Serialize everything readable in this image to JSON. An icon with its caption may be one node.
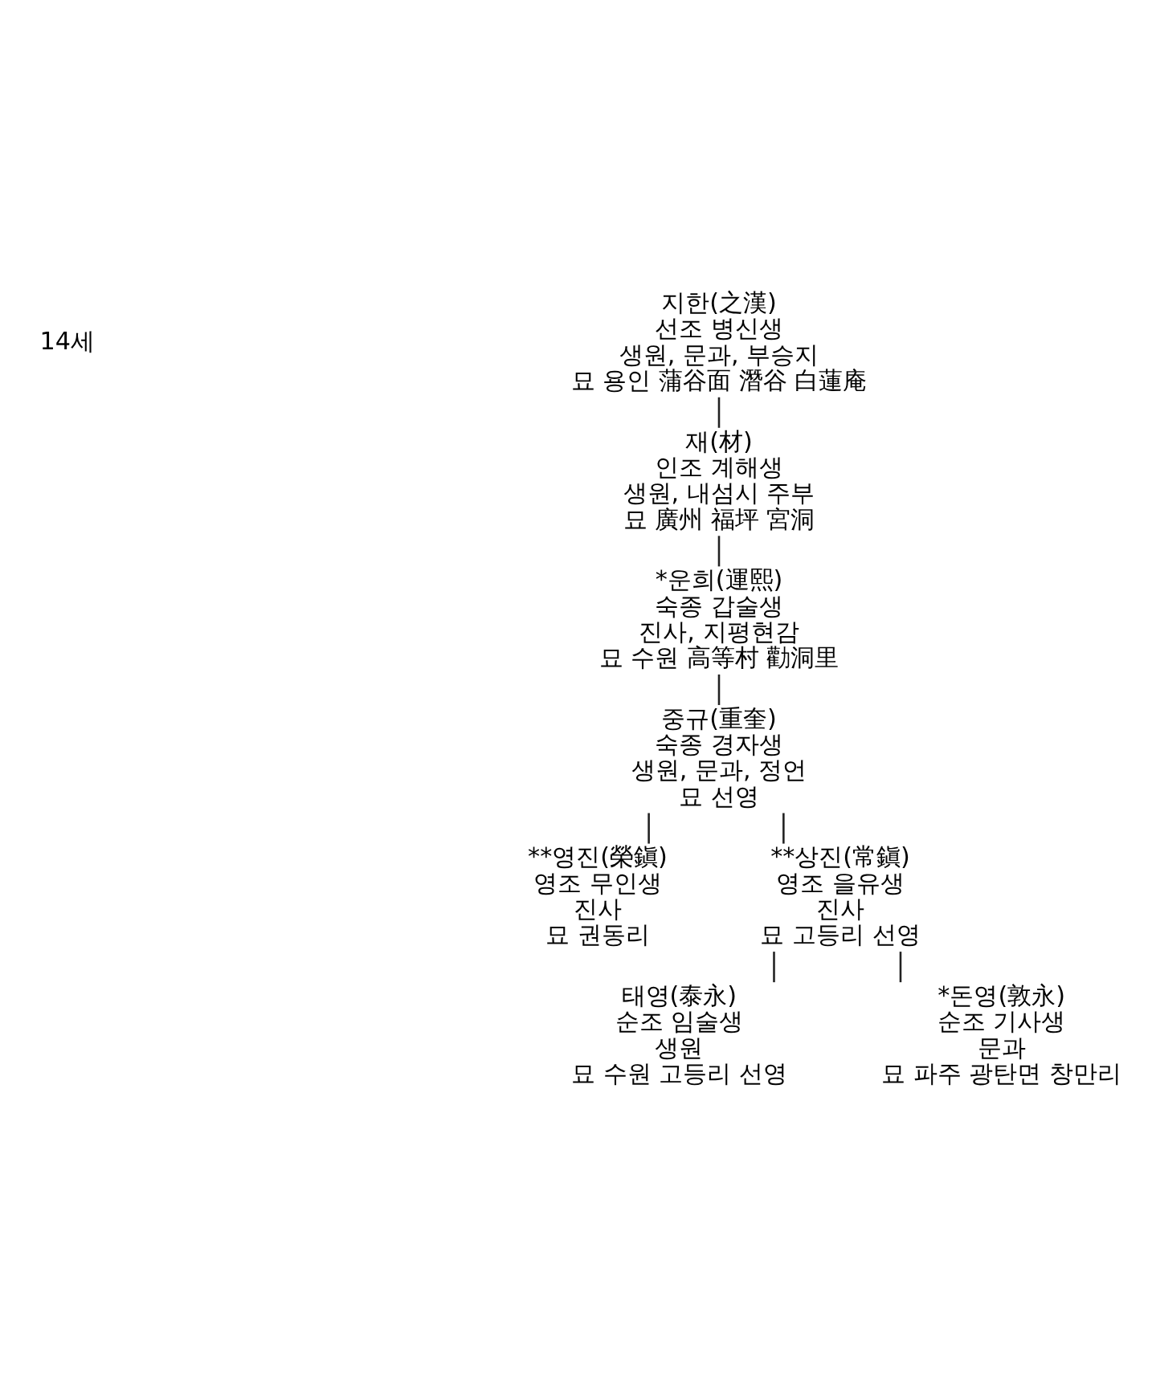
{
  "diagram": {
    "nodes": [
      {
        "text": [
          "지한(之漢)",
          "선조 병신생",
          "생원, 문과, 부승지",
          "묘 용인 蒲谷面 潛谷 白蓮庵"
        ]
      },
      {
        "text": [
          "재(材)",
          "인조 계해생",
          "생원, 내섬시 주부",
          "묘 廣州 福坪 宮洞"
        ]
      },
      {
        "text": [
          "*운희(運熙)",
          "숙종 갑술생",
          "진사, 지평현감",
          "묘 수원 高等村 勸洞里"
        ]
      },
      {
        "text": [
          "중규(重奎)",
          "숙종 경자생",
          "생원, 문과, 정언",
          "묘 선영"
        ]
      },
      {
        "text": [
          "**영진(榮鎭)",
          "영조 무인생",
          "진사",
          "묘 권동리"
        ]
      },
      {
        "text": [
          "**상진(常鎭)",
          "영조 을유생",
          "진사",
          "묘 고등리 선영"
        ]
      },
      {
        "text": [
          "태영(泰永)",
          "순조 임술생",
          "생원",
          "묘 수원 고등리 선영"
        ]
      },
      {
        "text": [
          "*돈영(敦永)",
          "순조 기사생",
          "문과",
          "묘 파주 광탄면 창만리"
        ]
      }
    ],
    "edges": [
      {
        "from": 0,
        "to": 1,
        "arrow": "none"
      },
      {
        "from": 1,
        "to": 2,
        "arrow": "none"
      },
      {
        "from": 2,
        "to": 3,
        "arrow": "none"
      },
      {
        "from": 3,
        "to": 4,
        "arrow": "none"
      },
      {
        "from": 3,
        "to": 5,
        "arrow": "none"
      },
      {
        "from": 5,
        "to": 6,
        "arrow": "none"
      },
      {
        "from": 5,
        "to": 7,
        "arrow": "none"
      }
    ],
    "labels": [
      "14세"
    ]
  }
}
